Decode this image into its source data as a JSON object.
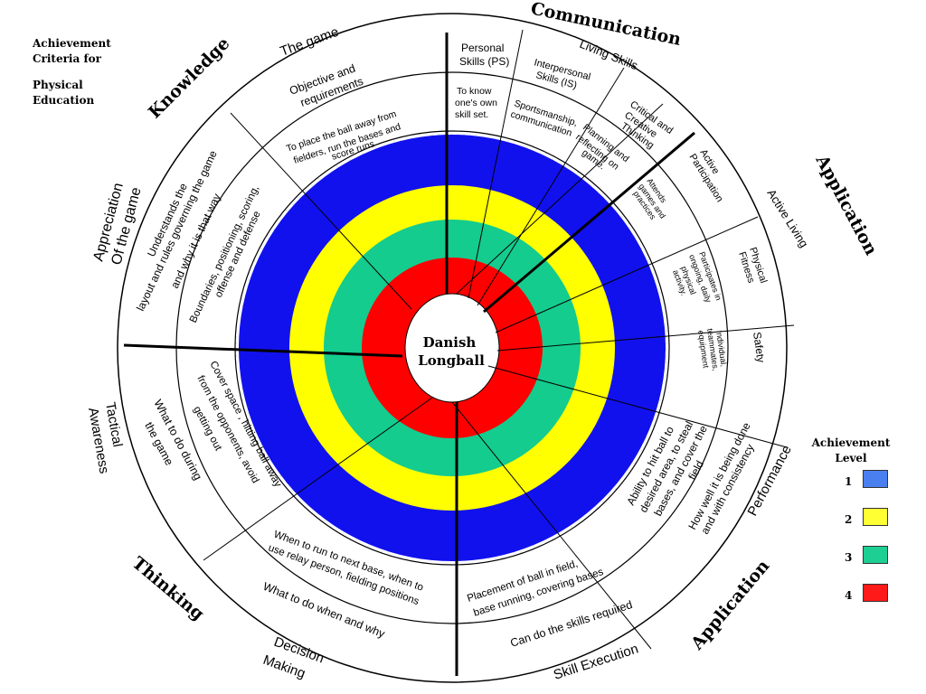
{
  "corner_title": {
    "line1": "Achievement",
    "line2": "Criteria for",
    "line3": "Physical",
    "line4": "Education"
  },
  "center_label": {
    "line1": "Danish",
    "line2": "Longball"
  },
  "domains": {
    "knowledge": "Knowledge",
    "communication": "Communication",
    "application_top": "Application",
    "application_bottom": "Application",
    "thinking": "Thinking"
  },
  "outer_labels": {
    "the_game": "The game",
    "living_skills": "Living Skills",
    "active_living": "Active Living",
    "performance": "Performance",
    "skill_execution": "Skill Execution",
    "decision_making_1": "Decision",
    "decision_making_2": "Making",
    "tactical_awareness_1": "Tactical",
    "tactical_awareness_2": "Awareness",
    "appreciation_1": "Appreciation",
    "appreciation_2": "Of the game"
  },
  "middle_labels": {
    "objective_1": "Objective and",
    "objective_2": "requirements",
    "personal_skills_1": "Personal",
    "personal_skills_2": "Skills (PS)",
    "interpersonal_1": "Interpersonal",
    "interpersonal_2": "Skills (IS)",
    "critical_1": "Critical and",
    "critical_2": "Creative",
    "critical_3": "Thinking",
    "active_participation_1": "Active",
    "active_participation_2": "Participation",
    "physical_fitness_1": "Physical",
    "physical_fitness_2": "Fitness",
    "safety": "Safety",
    "how_well_1": "How well it is being done",
    "how_well_2": "and with consistency",
    "can_do": "Can do the skills required",
    "what_when": "What to do when and why",
    "what_during_1": "What to do during",
    "what_during_2": "the game",
    "understands_1": "Understands the",
    "understands_2": "layout and rules governing the game",
    "understands_3": "and why it is that way"
  },
  "inner_labels": {
    "place_ball_1": "To place the ball away from",
    "place_ball_2": "fielders, run the bases and",
    "place_ball_3": "score runs",
    "know_skill_1": "To know",
    "know_skill_2": "one's own",
    "know_skill_3": "skill set.",
    "sportsmanship_1": "Sportsmanship,",
    "sportsmanship_2": "communication",
    "planning_1": "Planning and",
    "planning_2": "reflecting on",
    "planning_3": "game.",
    "attends_1": "Attends",
    "attends_2": "games and",
    "attends_3": "practices",
    "participates_1": "Participates in",
    "participates_2": "ongoing, daily",
    "participates_3": "physical",
    "participates_4": "activity.",
    "individual_1": "Individual,",
    "individual_2": "teammates,",
    "individual_3": "equipment",
    "ability_1": "Ability to hit ball to",
    "ability_2": "desired area, to steal",
    "ability_3": "bases, and cover the",
    "ability_4": "field",
    "placement_1": "Placement of ball in field,",
    "placement_2": "base running, covering bases",
    "when_run_1": "When to run to next base, when to",
    "when_run_2": "use relay person, fielding positions",
    "cover_space_1": "Cover space , hitting ball away",
    "cover_space_2": "from the opponents, avoid",
    "cover_space_3": "getting out",
    "boundaries_1": "Boundaries, positioning, scoring,",
    "boundaries_2": "offense and defense"
  },
  "legend": {
    "title_1": "Achievement",
    "title_2": "Level",
    "levels": [
      {
        "num": "1",
        "color": "#4a7ff0"
      },
      {
        "num": "2",
        "color": "#ffff33"
      },
      {
        "num": "3",
        "color": "#1ecf93"
      },
      {
        "num": "4",
        "color": "#ff1a1a"
      }
    ]
  },
  "ring_colors": {
    "blue": "#1111ee",
    "yellow": "#ffff00",
    "green": "#14cc8e",
    "red": "#ff0000"
  }
}
